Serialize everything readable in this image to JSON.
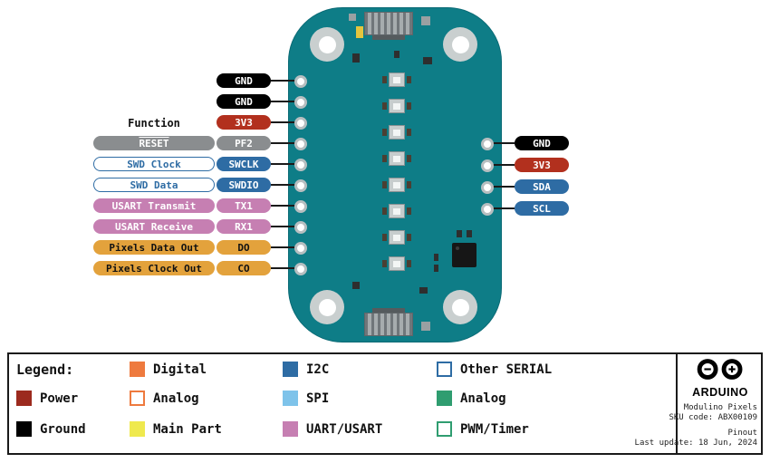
{
  "function_header": "Function",
  "board": {
    "color": "#0e7d87"
  },
  "left_pins": [
    {
      "function": "",
      "pin": "GND",
      "pin_bg": "#000000",
      "pin_fg": "#ffffff"
    },
    {
      "function": "",
      "pin": "GND",
      "pin_bg": "#000000",
      "pin_fg": "#ffffff"
    },
    {
      "function": "",
      "pin": "3V3",
      "pin_bg": "#b2301e",
      "pin_fg": "#ffffff"
    },
    {
      "function": "RESET",
      "fn_deco": "overline",
      "fn_bg": "#8a8d8f",
      "fn_fg": "#ffffff",
      "pin": "PF2",
      "pin_bg": "#8a8d8f",
      "pin_fg": "#ffffff"
    },
    {
      "function": "SWD Clock",
      "fn_bg": "#ffffff",
      "fn_fg": "#2e6ca4",
      "fn_border": "1.5px solid #2e6ca4",
      "pin": "SWCLK",
      "pin_bg": "#2e6ca4",
      "pin_fg": "#ffffff"
    },
    {
      "function": "SWD Data",
      "fn_bg": "#ffffff",
      "fn_fg": "#2e6ca4",
      "fn_border": "1.5px solid #2e6ca4",
      "pin": "SWDIO",
      "pin_bg": "#2e6ca4",
      "pin_fg": "#ffffff"
    },
    {
      "function": "USART Transmit",
      "fn_bg": "#c67fb2",
      "fn_fg": "#ffffff",
      "pin": "TX1",
      "pin_bg": "#c67fb2",
      "pin_fg": "#ffffff"
    },
    {
      "function": "USART Receive",
      "fn_bg": "#c67fb2",
      "fn_fg": "#ffffff",
      "pin": "RX1",
      "pin_bg": "#c67fb2",
      "pin_fg": "#ffffff"
    },
    {
      "function": "Pixels Data Out",
      "fn_bg": "#e3a23c",
      "fn_fg": "#111111",
      "pin": "DO",
      "pin_bg": "#e3a23c",
      "pin_fg": "#111111"
    },
    {
      "function": "Pixels Clock Out",
      "fn_bg": "#e3a23c",
      "fn_fg": "#111111",
      "pin": "CO",
      "pin_bg": "#e3a23c",
      "pin_fg": "#111111"
    }
  ],
  "right_pins": [
    {
      "pin": "GND",
      "pin_bg": "#000000",
      "pin_fg": "#ffffff"
    },
    {
      "pin": "3V3",
      "pin_bg": "#b2301e",
      "pin_fg": "#ffffff"
    },
    {
      "pin": "SDA",
      "pin_bg": "#2e6ca4",
      "pin_fg": "#ffffff"
    },
    {
      "pin": "SCL",
      "pin_bg": "#2e6ca4",
      "pin_fg": "#ffffff"
    }
  ],
  "legend": {
    "title": "Legend:",
    "items": [
      {
        "label": "Power",
        "fill": "#9c2a1e"
      },
      {
        "label": "Ground",
        "fill": "#000000"
      },
      {
        "label": "Digital",
        "fill": "#ee7a3e"
      },
      {
        "label": "Analog",
        "fill": "#ffffff",
        "border": "2px solid #ee7a3e"
      },
      {
        "label": "Main Part",
        "fill": "#efe94e"
      },
      {
        "label": "I2C",
        "fill": "#2e6ca4"
      },
      {
        "label": "SPI",
        "fill": "#7ec3ea"
      },
      {
        "label": "UART/USART",
        "fill": "#c67fb2"
      },
      {
        "label": "Other SERIAL",
        "fill": "#ffffff",
        "border": "2px solid #2e6ca4"
      },
      {
        "label": "Analog",
        "fill": "#2f9d70"
      },
      {
        "label": "PWM/Timer",
        "fill": "#ffffff",
        "border": "2px solid #2f9d70"
      }
    ],
    "brand": {
      "name": "ARDUINO",
      "product": "Modulino Pixels",
      "sku": "SKU code: ABX00109",
      "doc_type": "Pinout",
      "last_update": "Last update: 18 Jun, 2024"
    }
  }
}
